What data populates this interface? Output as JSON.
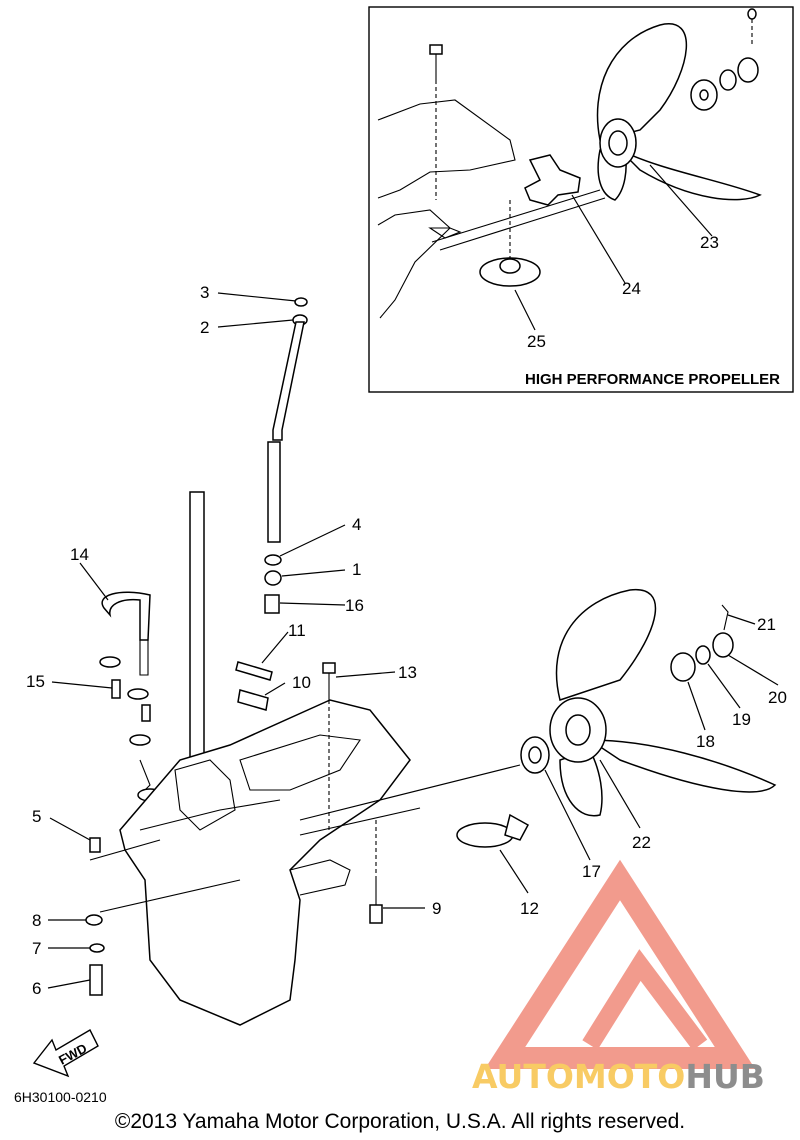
{
  "inset": {
    "title": "HIGH PERFORMANCE PROPELLER"
  },
  "callouts": [
    {
      "ref": "1"
    },
    {
      "ref": "2"
    },
    {
      "ref": "3"
    },
    {
      "ref": "4"
    },
    {
      "ref": "5"
    },
    {
      "ref": "6"
    },
    {
      "ref": "7"
    },
    {
      "ref": "8"
    },
    {
      "ref": "9"
    },
    {
      "ref": "10"
    },
    {
      "ref": "11"
    },
    {
      "ref": "12"
    },
    {
      "ref": "13"
    },
    {
      "ref": "14"
    },
    {
      "ref": "15"
    },
    {
      "ref": "16"
    },
    {
      "ref": "17"
    },
    {
      "ref": "18"
    },
    {
      "ref": "19"
    },
    {
      "ref": "20"
    },
    {
      "ref": "21"
    },
    {
      "ref": "22"
    },
    {
      "ref": "23"
    },
    {
      "ref": "24"
    },
    {
      "ref": "25"
    }
  ],
  "direction_badge": "FWD",
  "diagram_code": "6H30100-0210",
  "copyright": "©2013 Yamaha Motor Corporation, U.S.A. All rights reserved.",
  "watermark": {
    "part1": "AUTOMOTO",
    "part2": "HUB",
    "color_primary": "#f08a7a",
    "color_secondary": "#f7c24a",
    "color_tertiary": "#7a7a7a"
  }
}
